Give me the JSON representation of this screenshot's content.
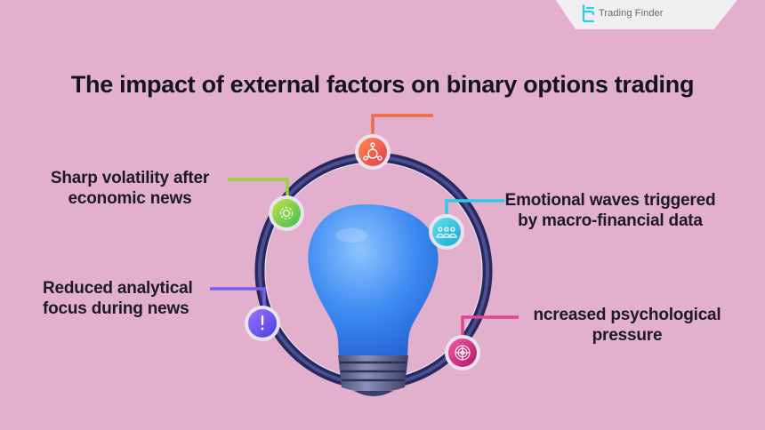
{
  "brand": {
    "name": "Trading Finder",
    "accent": "#27d0e8"
  },
  "title": "The impact of external factors on binary options trading",
  "factors": [
    {
      "id": "top",
      "label": "",
      "icon": "network-nodes-icon",
      "color": "#f06a4a"
    },
    {
      "id": "volatility",
      "label_line1": "Sharp volatility after",
      "label_line2": "economic news",
      "icon": "gear-icon",
      "color": "#9ad03a"
    },
    {
      "id": "emotional",
      "label_line1": "Emotional waves triggered",
      "label_line2": "by macro-financial data",
      "icon": "people-group-icon",
      "color": "#33c9e6"
    },
    {
      "id": "focus",
      "label_line1": "Reduced analytical",
      "label_line2": "focus during news",
      "icon": "exclamation-icon",
      "color": "#7a5cf2"
    },
    {
      "id": "pressure",
      "label_line1": "ncreased psychological",
      "label_line2": "pressure",
      "icon": "target-globe-icon",
      "color": "#e0458f"
    }
  ],
  "center": {
    "icon": "light-bulb-icon",
    "color": "#3d8cf0"
  }
}
